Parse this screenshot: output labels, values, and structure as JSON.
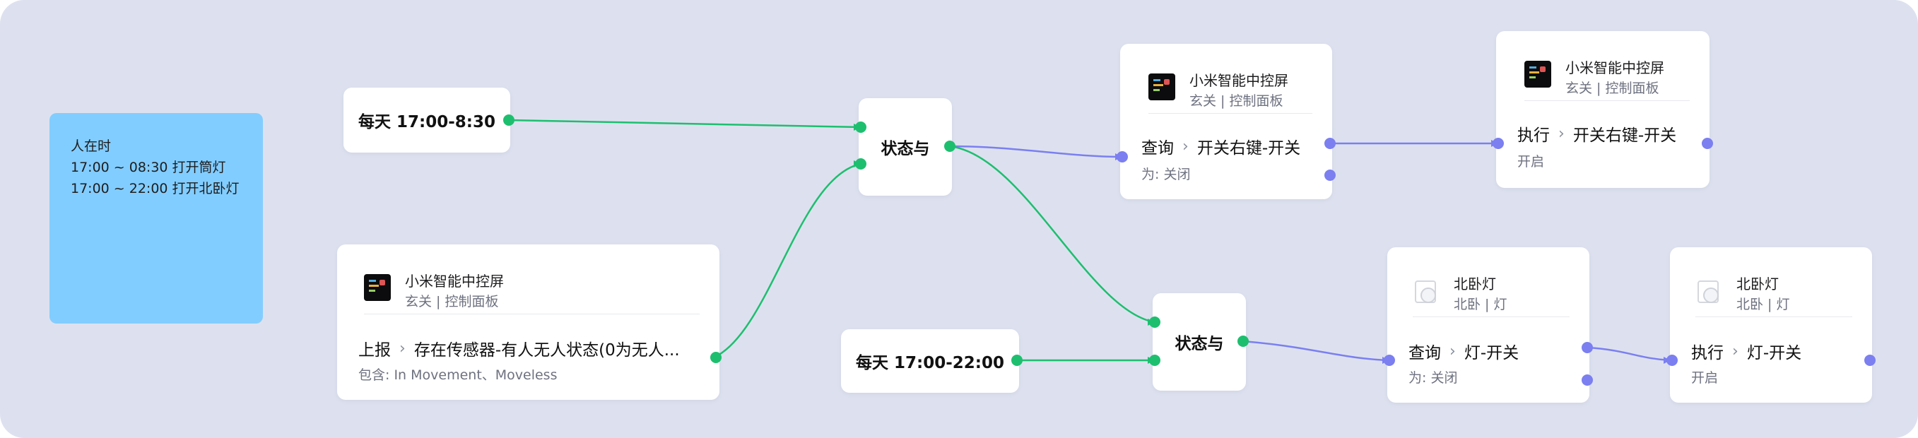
{
  "note": {
    "lines": [
      "人在时",
      "17:00 ~ 08:30 打开筒灯",
      "17:00 ~ 22:00 打开北卧灯"
    ]
  },
  "nodes": {
    "time1": {
      "label": "每天 17:00-8:30"
    },
    "time2": {
      "label": "每天 17:00-22:00"
    },
    "and1": {
      "label": "状态与"
    },
    "and2": {
      "label": "状态与"
    },
    "sensor": {
      "device": "小米智能中控屏",
      "room": "玄关 | 控制面板",
      "verb": "上报",
      "property": "存在传感器-有人无人状态(0为无人...",
      "condition": "包含: In Movement、Moveless"
    },
    "query_switch": {
      "device": "小米智能中控屏",
      "room": "玄关 | 控制面板",
      "verb": "查询",
      "property": "开关右键-开关",
      "condition": "为: 关闭"
    },
    "exec_switch": {
      "device": "小米智能中控屏",
      "room": "玄关 | 控制面板",
      "verb": "执行",
      "property": "开关右键-开关",
      "condition": "开启"
    },
    "query_lamp": {
      "device": "北卧灯",
      "room": "北卧 | 灯",
      "verb": "查询",
      "property": "灯-开关",
      "condition": "为: 关闭"
    },
    "exec_lamp": {
      "device": "北卧灯",
      "room": "北卧 | 灯",
      "verb": "执行",
      "property": "灯-开关",
      "condition": "开启"
    }
  },
  "colors": {
    "canvas": "#dde1ef",
    "note": "#82cdff",
    "trigger_wire": "#1dbf6f",
    "action_wire": "#7b7ff0"
  },
  "icons": {
    "panel": "smart-panel-icon",
    "lamp": "lamp-icon"
  }
}
